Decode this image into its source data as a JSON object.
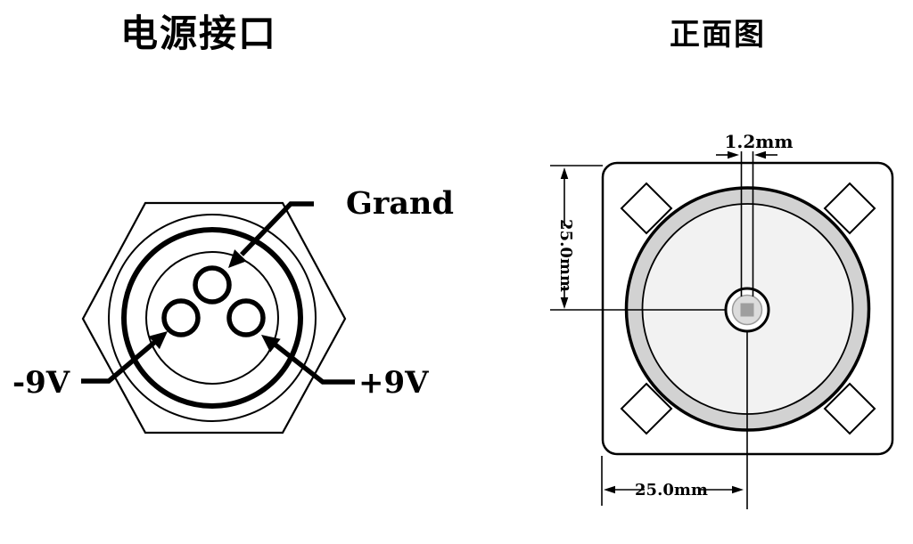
{
  "figure": {
    "background": "#ffffff",
    "left": {
      "title": "电源接口",
      "pin_labels": {
        "top": "Grand",
        "left": "-9V",
        "right": "+9V"
      }
    },
    "right": {
      "title": "正面图",
      "dims": {
        "gap": "1.2mm",
        "height": "25.0mm",
        "width": "25.0mm"
      }
    },
    "colors": {
      "line": "#000000",
      "ring": "#d2d2d2",
      "disc": "#f2f2f2",
      "hub": "#dcdcdc",
      "hub_stroke": "#9b9b9b",
      "electrode": "#9e9e9e"
    }
  }
}
